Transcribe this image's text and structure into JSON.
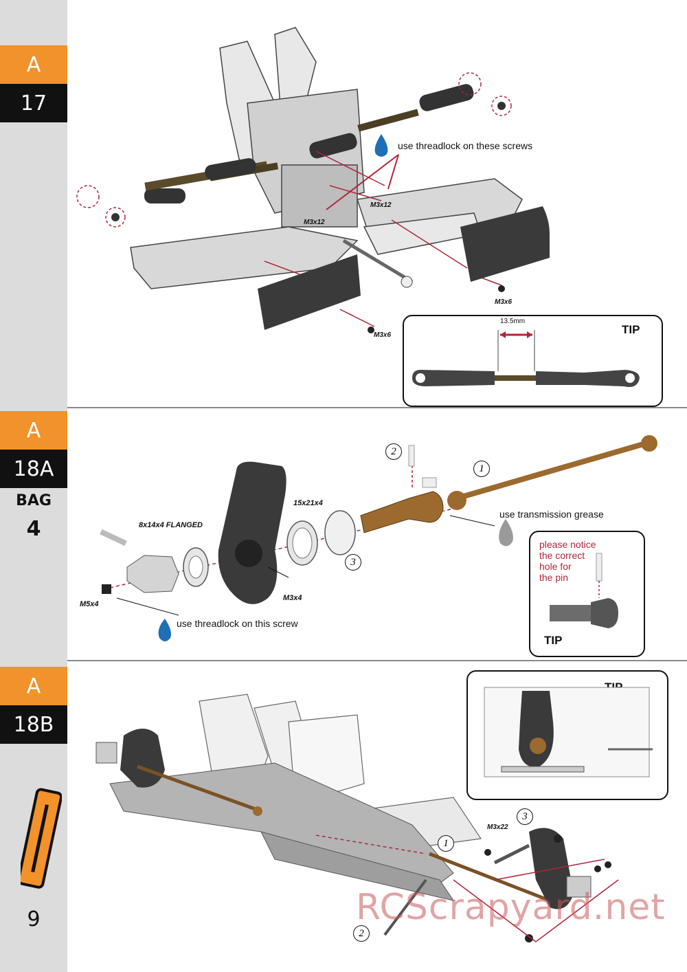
{
  "sidebar": {
    "sections": [
      {
        "tab": "A",
        "step": "17"
      },
      {
        "tab": "A",
        "step": "18A",
        "bag_label": "BAG",
        "bag_number": "4"
      },
      {
        "tab": "A",
        "step": "18B"
      }
    ],
    "page_number": "9"
  },
  "step17": {
    "threadlock_note": "use threadlock on these screws",
    "labels": {
      "m3x12_a": "M3x12",
      "m3x12_b": "M3x12",
      "m3x6_a": "M3x6",
      "m3x6_b": "M3x6"
    },
    "tip": {
      "title": "TIP",
      "measure": "13.5mm"
    }
  },
  "step18a": {
    "labels": {
      "bearing_flanged": "8x14x4 FLANGED",
      "bearing": "15x21x4",
      "screw_m5": "M5x4",
      "screw_m3": "M3x4"
    },
    "grease_note": "use transmission grease",
    "threadlock_note": "use threadlock on this screw",
    "callouts": [
      "2",
      "1",
      "3"
    ],
    "tip": {
      "title": "TIP",
      "lines": [
        "please notice",
        "the correct",
        "hole for",
        "the pin"
      ]
    }
  },
  "step18b": {
    "labels": {
      "screw": "M3x22"
    },
    "callouts": [
      "3",
      "1",
      "2"
    ],
    "tip": {
      "title": "TIP"
    }
  },
  "watermark": "RCScrapyard.net",
  "colors": {
    "orange": "#f2922a",
    "dark": "#111111",
    "sidebar": "#dcdcdc",
    "red": "#b0253a",
    "blue": "#1e6fb5"
  }
}
